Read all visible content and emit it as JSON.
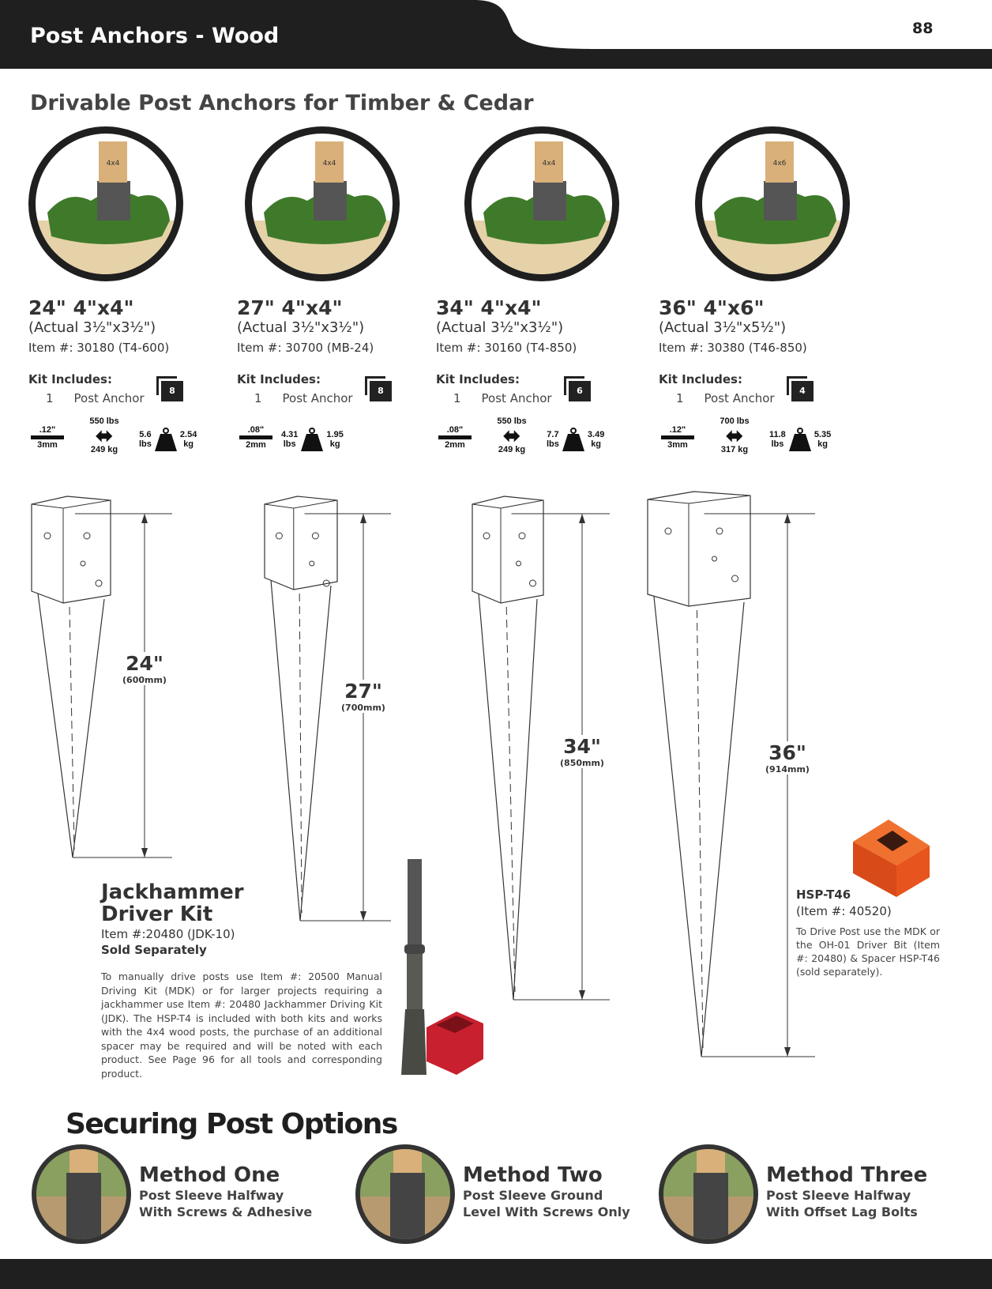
{
  "header": {
    "title": "Post Anchors - Wood",
    "page_number": "88"
  },
  "subtitle": "Drivable Post Anchors for Timber & Cedar",
  "products": [
    {
      "title": "24\" 4\"x4\"",
      "actual": "(Actual 3½\"x3½\")",
      "item": "Item #: 30180 (T4-600)",
      "kit_label": "Kit Includes:",
      "kit_qty": "1",
      "kit_name": "Post Anchor",
      "pack": "8",
      "post_label": "4x4",
      "gauge_in": ".12\"",
      "gauge_mm": "3mm",
      "load_lbs": "550 lbs",
      "load_kg": "249 kg",
      "weight_lbs": "5.6",
      "weight_lbs_unit": "lbs",
      "weight_kg": "2.54",
      "weight_kg_unit": "kg",
      "length": "24\"",
      "length_mm": "(600mm)"
    },
    {
      "title": "27\" 4\"x4\"",
      "actual": "(Actual 3½\"x3½\")",
      "item": "Item #: 30700 (MB-24)",
      "kit_label": "Kit Includes:",
      "kit_qty": "1",
      "kit_name": "Post Anchor",
      "pack": "8",
      "post_label": "4x4",
      "gauge_in": ".08\"",
      "gauge_mm": "2mm",
      "weight_lbs": "4.31",
      "weight_lbs_unit": "lbs",
      "weight_kg": "1.95",
      "weight_kg_unit": "kg",
      "length": "27\"",
      "length_mm": "(700mm)"
    },
    {
      "title": "34\" 4\"x4\"",
      "actual": "(Actual 3½\"x3½\")",
      "item": "Item #: 30160 (T4-850)",
      "kit_label": "Kit Includes:",
      "kit_qty": "1",
      "kit_name": "Post Anchor",
      "pack": "6",
      "post_label": "4x4",
      "gauge_in": ".08\"",
      "gauge_mm": "2mm",
      "load_lbs": "550 lbs",
      "load_kg": "249 kg",
      "weight_lbs": "7.7",
      "weight_lbs_unit": "lbs",
      "weight_kg": "3.49",
      "weight_kg_unit": "kg",
      "length": "34\"",
      "length_mm": "(850mm)"
    },
    {
      "title": "36\" 4\"x6\"",
      "actual": "(Actual 3½\"x5½\")",
      "item": "Item #: 30380 (T46-850)",
      "kit_label": "Kit Includes:",
      "kit_qty": "1",
      "kit_name": "Post Anchor",
      "pack": "4",
      "post_label": "4x6",
      "gauge_in": ".12\"",
      "gauge_mm": "3mm",
      "load_lbs": "700 lbs",
      "load_kg": "317 kg",
      "weight_lbs": "11.8",
      "weight_lbs_unit": "lbs",
      "weight_kg": "5.35",
      "weight_kg_unit": "kg",
      "length": "36\"",
      "length_mm": "(914mm)"
    }
  ],
  "jackhammer": {
    "title_line1": "Jackhammer",
    "title_line2": "Driver Kit",
    "item": "Item #:20480 (JDK-10)",
    "sold": "Sold Separately",
    "desc": "To manually drive posts use Item #: 20500 Manual Driving Kit (MDK) or for larger projects requiring a jackhammer use Item #: 20480 Jackhammer Driving Kit (JDK). The HSP-T4 is included with both kits and works with the 4x4 wood posts, the purchase of an additional spacer may be required and will be noted with each product. See Page 96 for all tools and corresponding product."
  },
  "hsp": {
    "title": "HSP-T46",
    "item": "(Item #: 40520)",
    "desc": "To Drive Post use the MDK or the OH-01 Driver Bit (Item #: 20480) & Spacer HSP-T46 (sold separately)."
  },
  "securing": {
    "title": "Securing Post Options",
    "methods": [
      {
        "title": "Method One",
        "line1": "Post Sleeve Halfway",
        "line2": "With Screws & Adhesive"
      },
      {
        "title": "Method Two",
        "line1": "Post Sleeve Ground",
        "line2": "Level With Screws Only"
      },
      {
        "title": "Method Three",
        "line1": "Post Sleeve Halfway",
        "line2": "With Offset Lag Bolts"
      }
    ]
  },
  "colors": {
    "dark": "#1f1f1f",
    "orange": "#e8541e",
    "red": "#c8202f",
    "grass": "#3f7a2a",
    "wood": "#d9b07a"
  }
}
